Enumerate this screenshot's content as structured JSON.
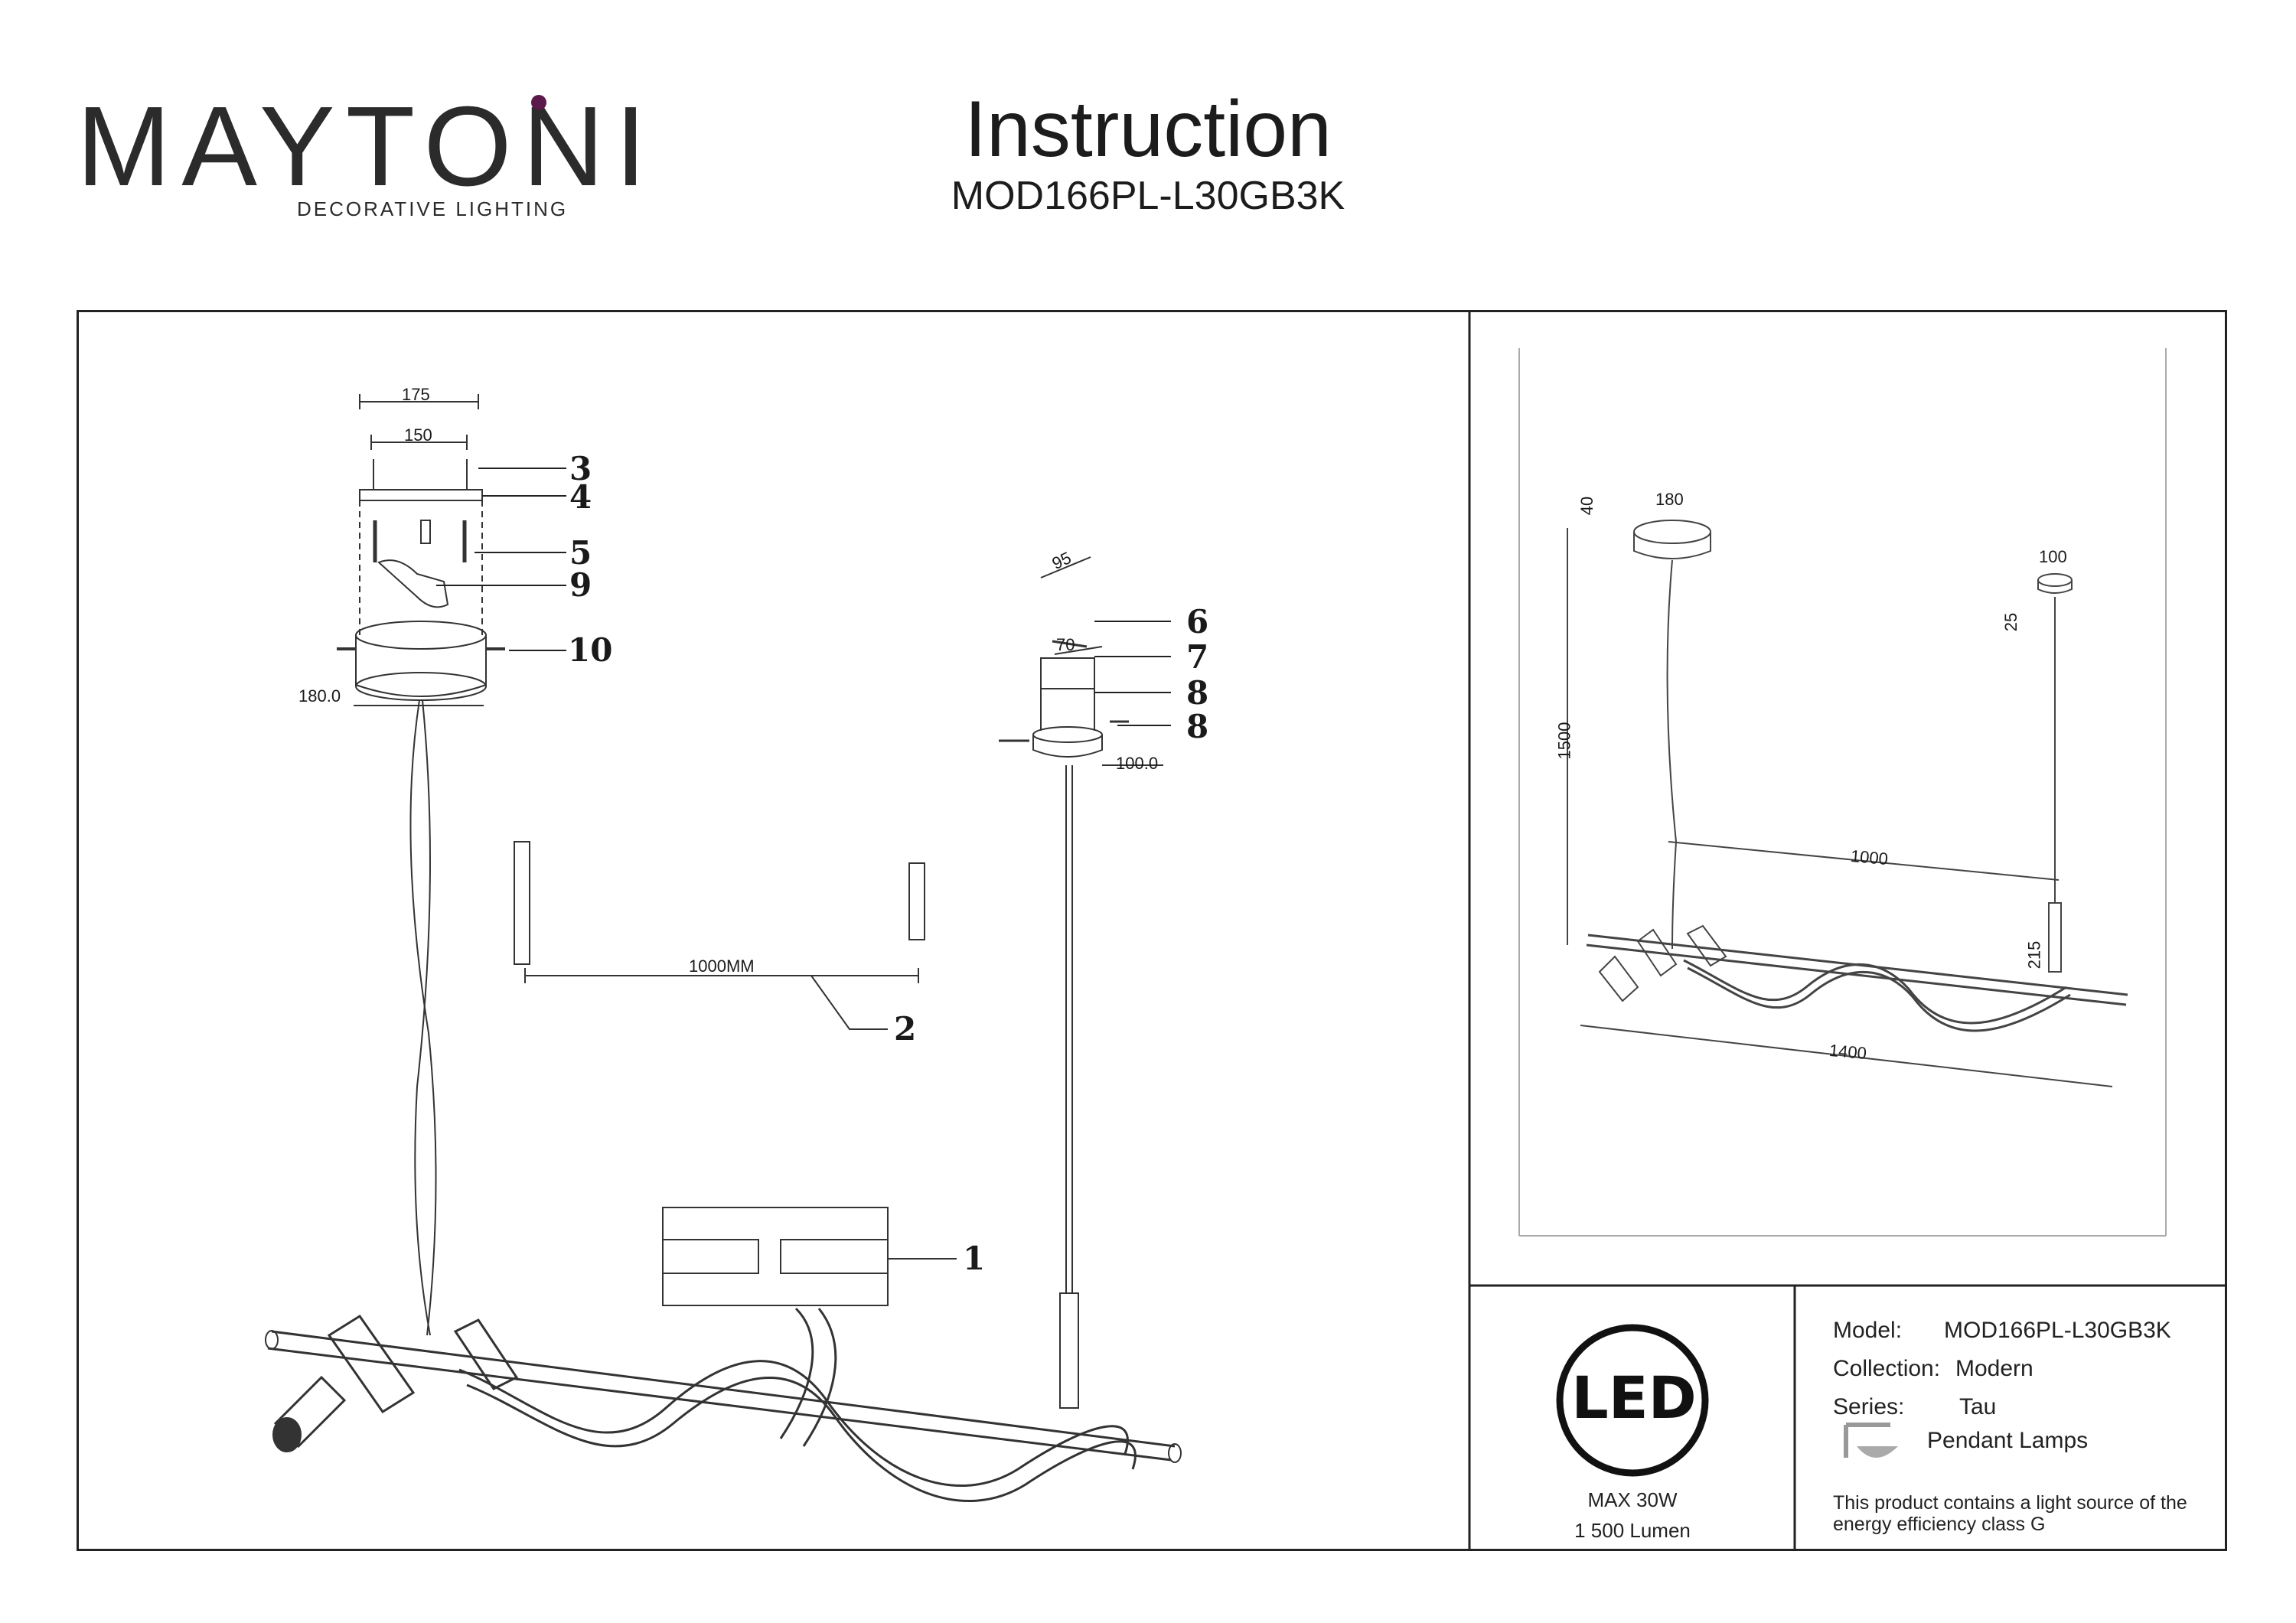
{
  "brand": {
    "name": "MAYTONI",
    "tagline": "DECORATIVE LIGHTING"
  },
  "header": {
    "title": "Instruction",
    "model": "MOD166PL-L30GB3K"
  },
  "assembly": {
    "dims": {
      "d175": "175",
      "d150": "150",
      "d180": "180.0",
      "d95": "95",
      "d70": "70",
      "d100": "100.0",
      "d1000mm": "1000MM"
    },
    "callouts": [
      "1",
      "2",
      "3",
      "4",
      "5",
      "6",
      "7",
      "8",
      "8",
      "9",
      "10"
    ]
  },
  "overview": {
    "dims": {
      "w180": "180",
      "h40": "40",
      "w100": "100",
      "h25": "25",
      "h1500": "1500",
      "w1000": "1000",
      "h215": "215",
      "w1400": "1400"
    }
  },
  "led": {
    "badge": "LED",
    "power": "MAX 30W",
    "lumen": "1 500 Lumen"
  },
  "info": {
    "model_label": "Model:",
    "model_value": "MOD166PL-L30GB3K",
    "collection_label": "Collection:",
    "collection_value": "Modern",
    "series_label": "Series:",
    "series_value": "Tau",
    "type_value": "Pendant Lamps",
    "energy_note_line1": "This product contains a light source of the",
    "energy_note_line2": "energy efficiency class G"
  },
  "colors": {
    "accent": "#5a1a4a",
    "line": "#222222"
  }
}
